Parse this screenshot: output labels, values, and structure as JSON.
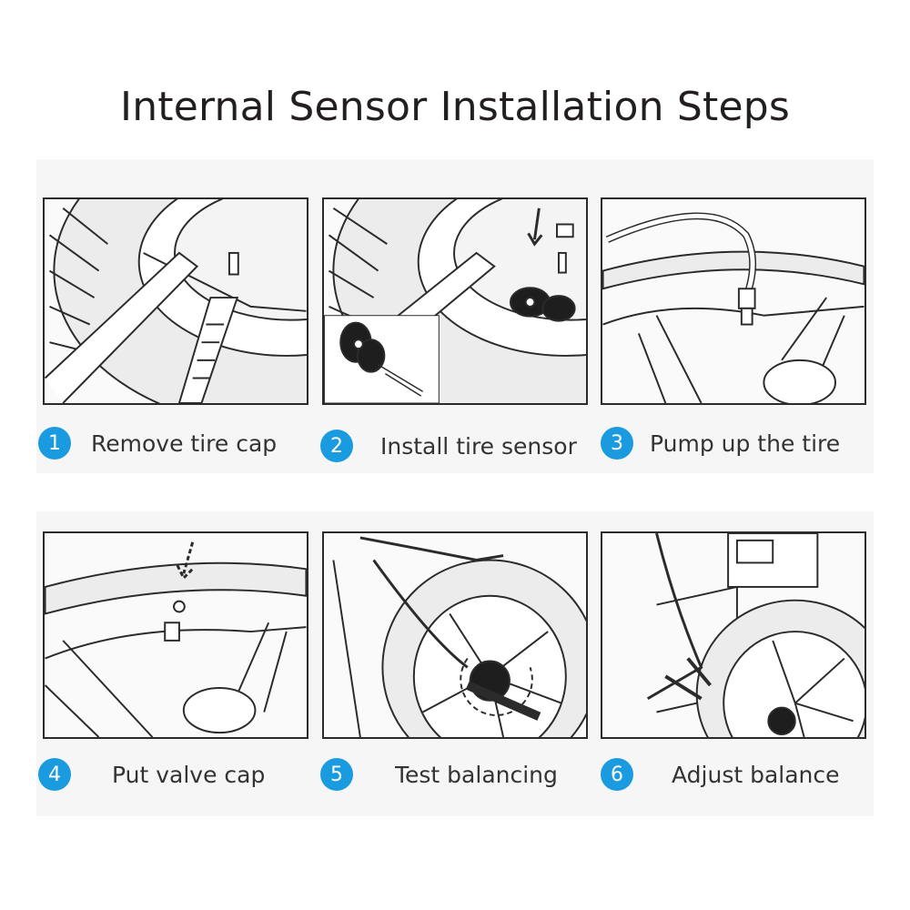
{
  "title": "Internal Sensor Installation Steps",
  "steps": [
    {
      "number": "1",
      "label": "Remove tire cap"
    },
    {
      "number": "2",
      "label": "Install tire sensor"
    },
    {
      "number": "3",
      "label": "Pump up the tire"
    },
    {
      "number": "4",
      "label": "Put valve cap"
    },
    {
      "number": "5",
      "label": "Test balancing"
    },
    {
      "number": "6",
      "label": "Adjust balance"
    }
  ],
  "colors": {
    "badge": "#1a9be0",
    "title": "#231f20",
    "line": "#2b2b2b",
    "band": "#f6f6f6"
  }
}
